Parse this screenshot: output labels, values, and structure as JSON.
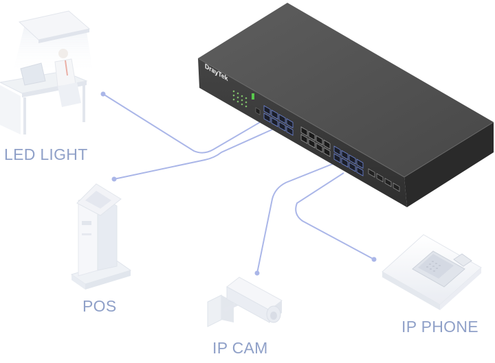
{
  "switch": {
    "brand": "DrayTek"
  },
  "devices": [
    {
      "id": "led-light",
      "label": "LED LIGHT"
    },
    {
      "id": "pos",
      "label": "POS"
    },
    {
      "id": "ip-cam",
      "label": "IP CAM"
    },
    {
      "id": "ip-phone",
      "label": "IP PHONE"
    }
  ],
  "colors": {
    "cable": "#aab6e8",
    "label": "#8fa0c8",
    "switch_top": "#545454",
    "switch_front": "#3d3d3d",
    "port_highlight": "#6e86d8"
  }
}
